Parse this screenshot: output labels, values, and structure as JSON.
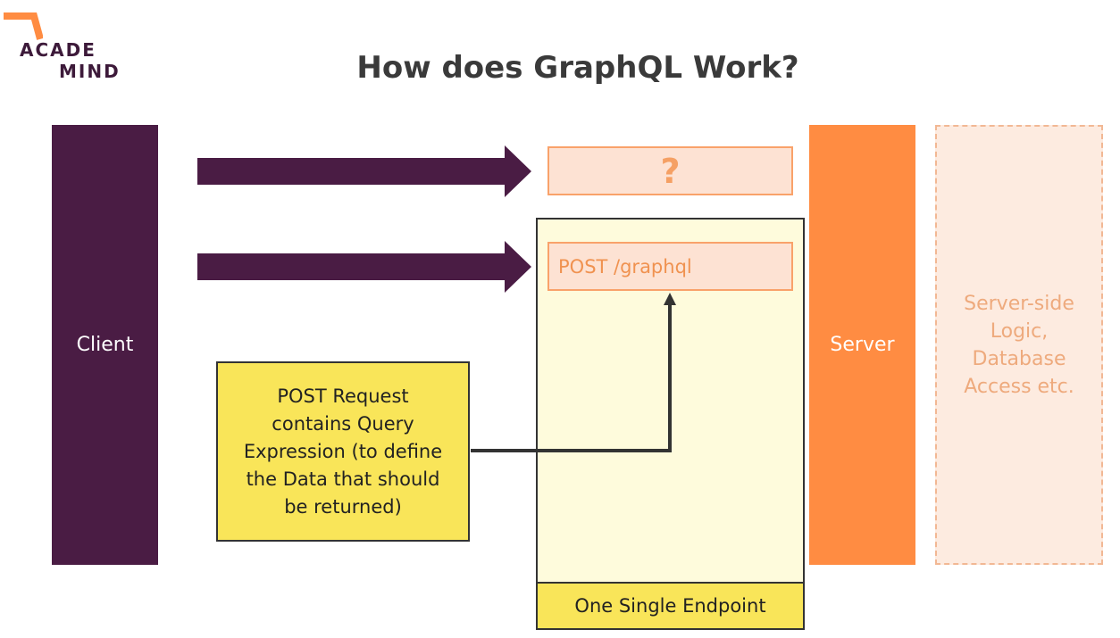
{
  "logo": {
    "line1": "ACADE",
    "line2": "MIND"
  },
  "title": "How does GraphQL Work?",
  "columns": {
    "client": "Client",
    "server": "Server",
    "server_side_logic": [
      "Server-side",
      "Logic,",
      "Database",
      "Access etc."
    ]
  },
  "routes": {
    "unknown": "?",
    "post": "POST /graphql"
  },
  "note": {
    "lines": [
      "POST Request",
      "contains Query",
      "Expression (to define",
      "the Data that should",
      "be returned)"
    ]
  },
  "endpoint_label": "One Single Endpoint",
  "colors": {
    "client": "#4a1c44",
    "server": "#ff8c42",
    "endpoint_bg": "#fefbdc",
    "note_bg": "#f9e559",
    "route_bg": "#fde2d3",
    "route_border": "#f9a26a",
    "logic_text": "#eeaa7d"
  }
}
